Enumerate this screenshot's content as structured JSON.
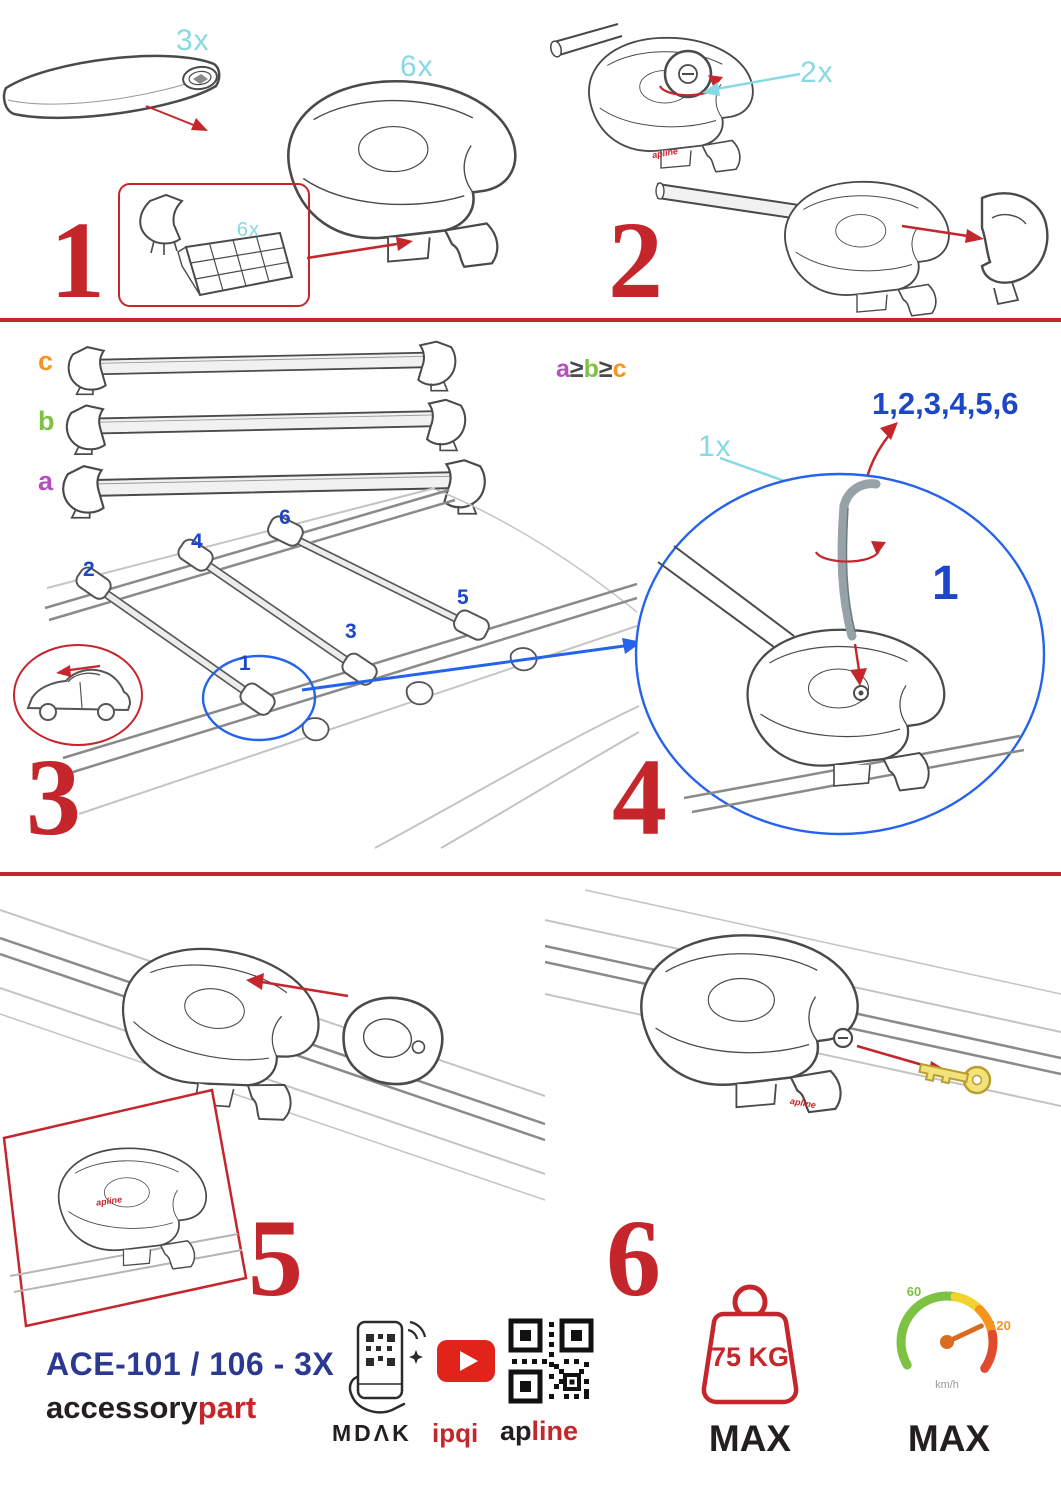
{
  "palette": {
    "accent_red": "#c5262c",
    "callout_cyan": "#87d9e3",
    "step_blue": "#1d46c8",
    "circle_blue": "#2563eb",
    "navy": "#2b3990",
    "label_orange": "#f7941d",
    "label_green": "#7dc242",
    "label_magenta": "#b54fc0",
    "gauge_red": "#e04b2e"
  },
  "step1": {
    "number": "1",
    "bar_qty": "3x",
    "foot_qty": "6x",
    "pad_qty": "6x"
  },
  "step2": {
    "number": "2",
    "knob_qty": "2x"
  },
  "step3": {
    "number": "3",
    "label_a": "a",
    "label_b": "b",
    "label_c": "c",
    "formula_a": "a",
    "formula_b": "b",
    "formula_c": "c",
    "gte": "≥",
    "pos": [
      "1",
      "2",
      "3",
      "4",
      "5",
      "6"
    ]
  },
  "step4": {
    "number": "4",
    "sequence": "1,2,3,4,5,6",
    "tool_qty": "1x",
    "highlight": "1"
  },
  "step5": {
    "number": "5"
  },
  "step6": {
    "number": "6"
  },
  "brand": {
    "foot_logo": "apline"
  },
  "footer": {
    "model": "ACE-101 / 106 - 3X",
    "accessory": "accessory",
    "part": "part",
    "mdak": "MDΛK",
    "ipqi": "ipqi",
    "apline_ap": "ap",
    "apline_line": "line",
    "weight": "75 KG",
    "weight_max": "MAX",
    "speed_low": "60",
    "speed_high": "120",
    "speed_unit": "km/h",
    "speed_max": "MAX"
  }
}
